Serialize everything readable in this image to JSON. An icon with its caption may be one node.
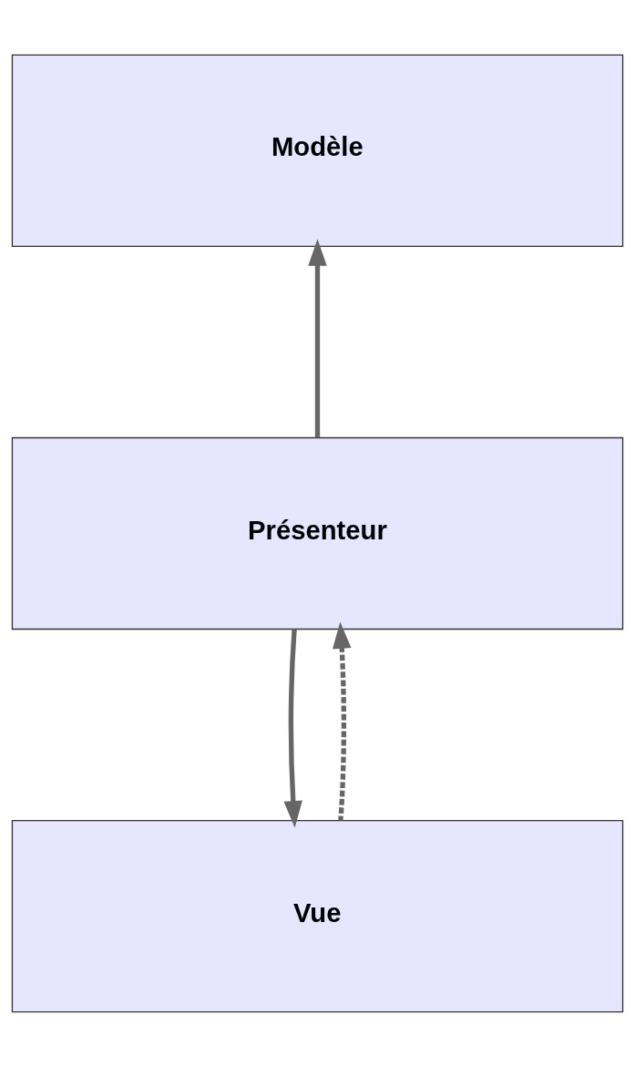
{
  "diagram": {
    "nodes": [
      {
        "text": [
          "Modèle"
        ]
      },
      {
        "text": [
          "Présenteur"
        ]
      },
      {
        "text": [
          "Vue"
        ]
      }
    ],
    "edges": [
      {
        "from": 1,
        "to": 0,
        "arrow": "to"
      },
      {
        "from": 1,
        "to": 2,
        "arrow": "to"
      },
      {
        "from": 2,
        "to": 1,
        "arrow": "to",
        "style": "dashed"
      }
    ]
  }
}
